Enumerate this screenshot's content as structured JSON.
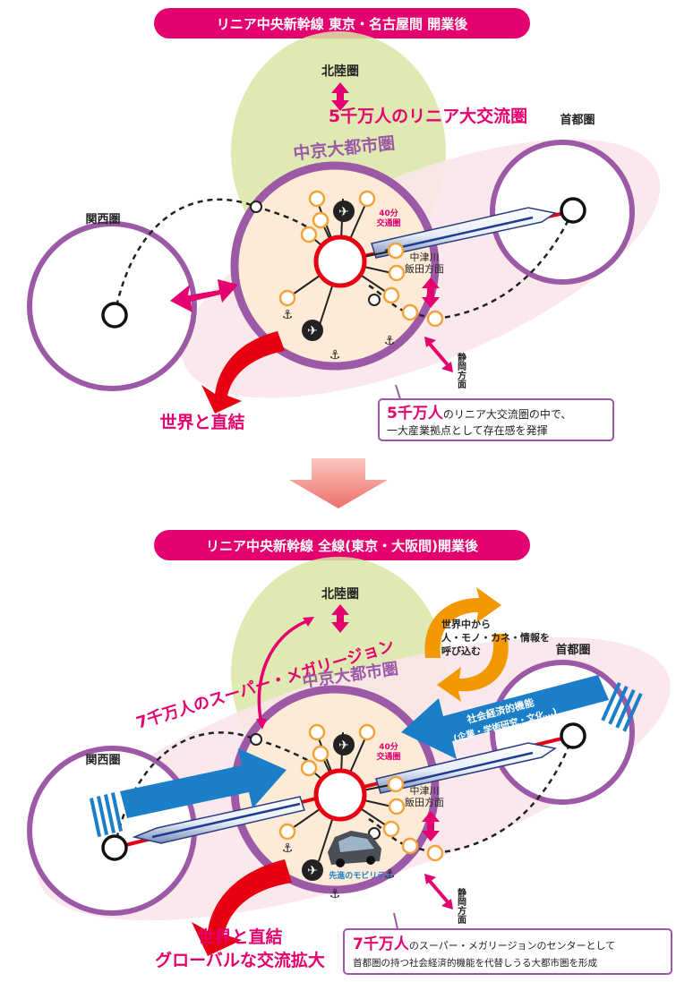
{
  "top": {
    "header": "リニア中央新幹線 東京・名古屋間 開業後",
    "hokuriku": "北陸圏",
    "shuto": "首都圏",
    "kansai": "関西圏",
    "chukyo": "中京大都市圏",
    "exchange": "5千万人のリニア大交流圏",
    "min40a": "40分",
    "min40b": "交通圏",
    "nakatsugawa": "中津川",
    "iida": "飯田方面",
    "shizuoka": "静岡方面",
    "world": "世界と直結",
    "callout_big": "5千万人",
    "callout_rest": "のリニア大交流圏の中で、",
    "callout_line2": "一大産業拠点として存在感を発揮"
  },
  "bottom": {
    "header": "リニア中央新幹線 全線(東京・大阪間)開業後",
    "hokuriku": "北陸圏",
    "shuto": "首都圏",
    "kansai": "関西圏",
    "chukyo": "中京大都市圏",
    "megaregion": "7千万人のスーパー・メガリージョン",
    "worldwide1": "世界中から",
    "worldwide2": "人・モノ・カネ・情報を",
    "worldwide3": "呼び込む",
    "func1": "社会経済的機能",
    "func2": "(企業・学術研究・文化…)",
    "min40a": "40分",
    "min40b": "交通圏",
    "nakatsugawa": "中津川",
    "iida": "飯田方面",
    "mobility": "先進のモビリティ",
    "shizuoka": "静岡方面",
    "world1": "世界と直結",
    "world2": "グローバルな交流拡大",
    "callout_big": "7千万人",
    "callout_rest": "のスーパー・メガリージョンのセンターとして",
    "callout_line2": "首都圏の持つ社会経済的機能を代替しうる大都市圏を形成"
  },
  "colors": {
    "magenta": "#e4006e",
    "purple": "#9b59a6",
    "red": "#e60012",
    "green": "#d9e6a6",
    "pink": "#fbe6ea",
    "peach": "#fdebd7",
    "blue": "#1a7fc8",
    "orange": "#f39800"
  }
}
